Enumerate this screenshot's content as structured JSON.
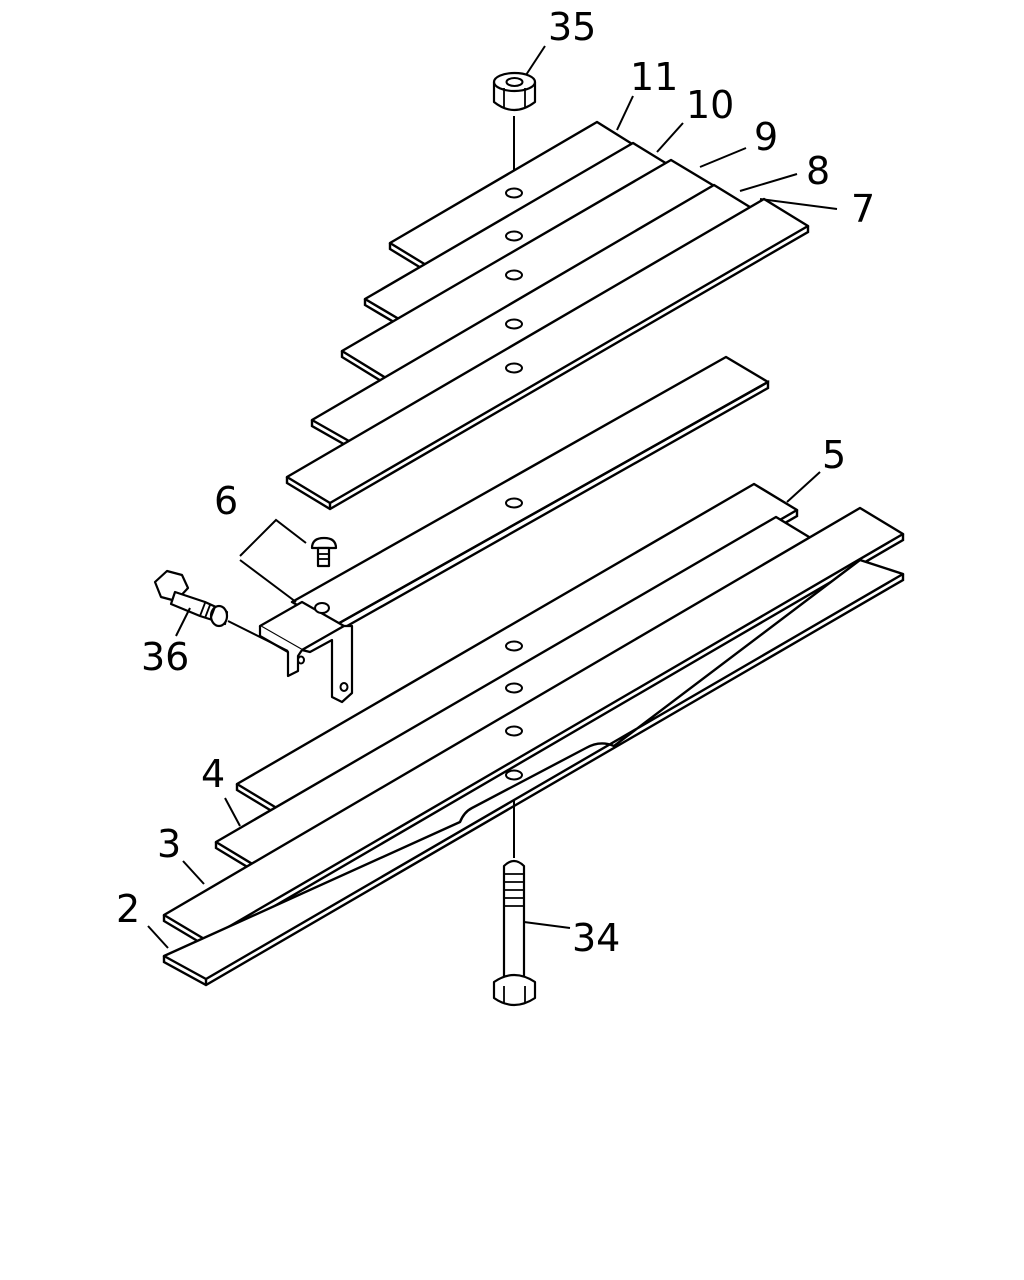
{
  "callouts": {
    "c2": "2",
    "c3": "3",
    "c4": "4",
    "c5": "5",
    "c6": "6",
    "c7": "7",
    "c8": "8",
    "c9": "9",
    "c10": "10",
    "c11": "11",
    "c34": "34",
    "c35": "35",
    "c36": "36"
  }
}
